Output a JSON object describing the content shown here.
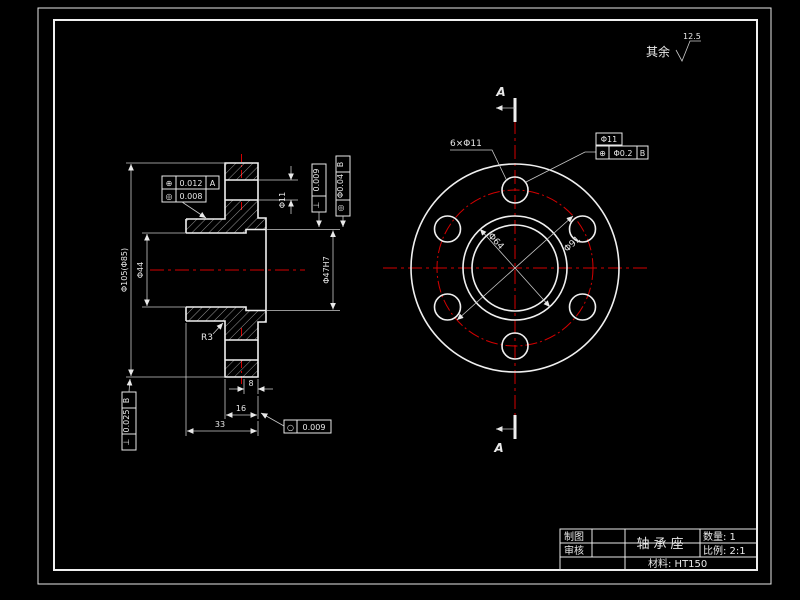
{
  "general_note": {
    "prefix": "其余",
    "roughness": "12.5"
  },
  "title_block": {
    "drawn_label": "制图",
    "checked_label": "审核",
    "part_name": "轴承座",
    "quantity": "数量: 1",
    "scale": "比例: 2:1",
    "material": "材料: HT150"
  },
  "front_view": {
    "section_label": "A",
    "hole_callout": "6×Φ11",
    "hole_note": "Φ11",
    "fcf_position": {
      "symbol": "⊕",
      "value": "Φ0.2",
      "datum": "B"
    },
    "dim_spigot": "Φ64",
    "dim_bolt_circle": "Φ91"
  },
  "section_view": {
    "dim_flange_od": "Φ105(Φ85)",
    "dim_bore": "Φ44",
    "dim_bearing_bore": "Φ47H7",
    "dim_hole": "Φ11",
    "dim_width_8": "8",
    "dim_width_16": "16",
    "dim_width_33": "33",
    "radius_label": "R3",
    "fcf1": {
      "symbol": "⊕",
      "value": "0.012",
      "datum": "A"
    },
    "fcf2": {
      "symbol": "◎",
      "value": "0.008"
    },
    "fcf3": {
      "symbol": "⊥",
      "value": "0.009"
    },
    "fcf4": {
      "symbol": "◎",
      "value": "Φ0.04",
      "datum": "B"
    },
    "fcf5": {
      "symbol": "⊥",
      "value": "0.025",
      "datum": "B"
    },
    "fcf6": {
      "symbol": "○",
      "value": "0.009"
    }
  }
}
